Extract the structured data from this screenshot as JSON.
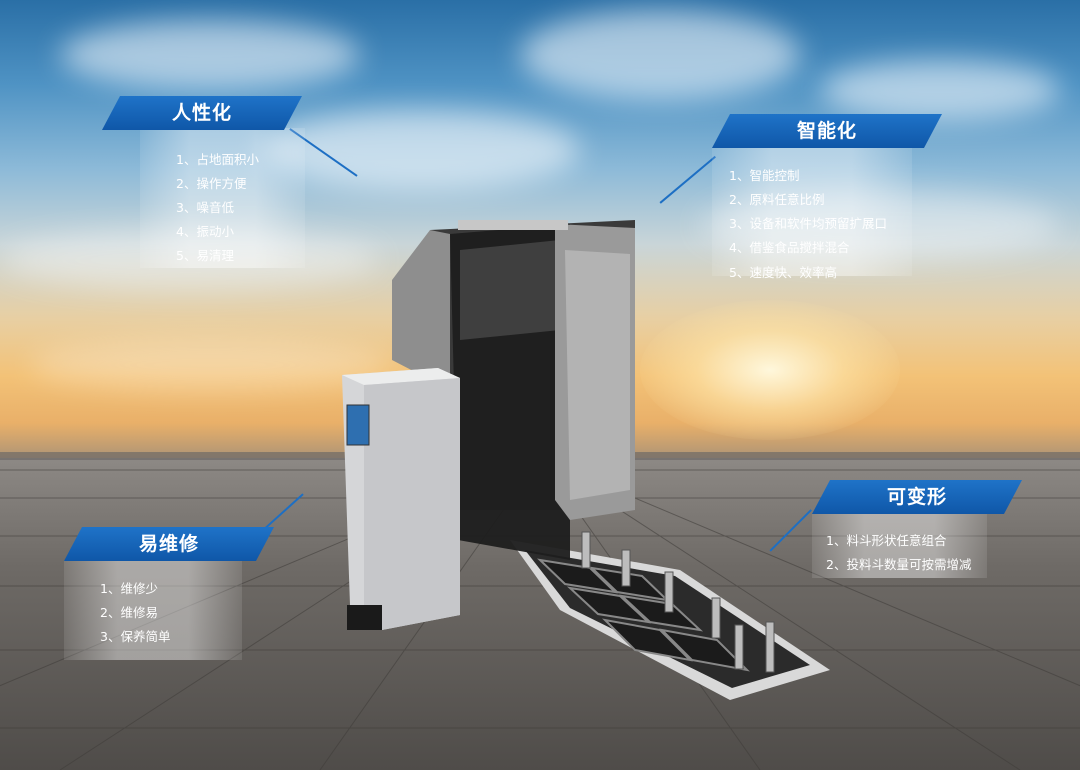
{
  "callouts": {
    "humanized": {
      "title": "人性化",
      "items": [
        "1、占地面积小",
        "2、操作方便",
        "3、噪音低",
        "4、振动小",
        "5、易清理"
      ]
    },
    "intelligent": {
      "title": "智能化",
      "items": [
        "1、智能控制",
        "2、原料任意比例",
        "3、设备和软件均预留扩展口",
        "4、借鉴食品搅拌混合",
        "5、速度快、效率高"
      ]
    },
    "variable": {
      "title": "可变形",
      "items": [
        "1、料斗形状任意组合",
        "2、投料斗数量可按需增减"
      ]
    },
    "maintenance": {
      "title": "易维修",
      "items": [
        "1、维修少",
        "2、维修易",
        "3、保养简单"
      ]
    }
  },
  "colors": {
    "banner": "#1565c0",
    "sky_top": "#2a6fa6",
    "sunset": "#f3c277",
    "ground": "#6e6a66"
  }
}
